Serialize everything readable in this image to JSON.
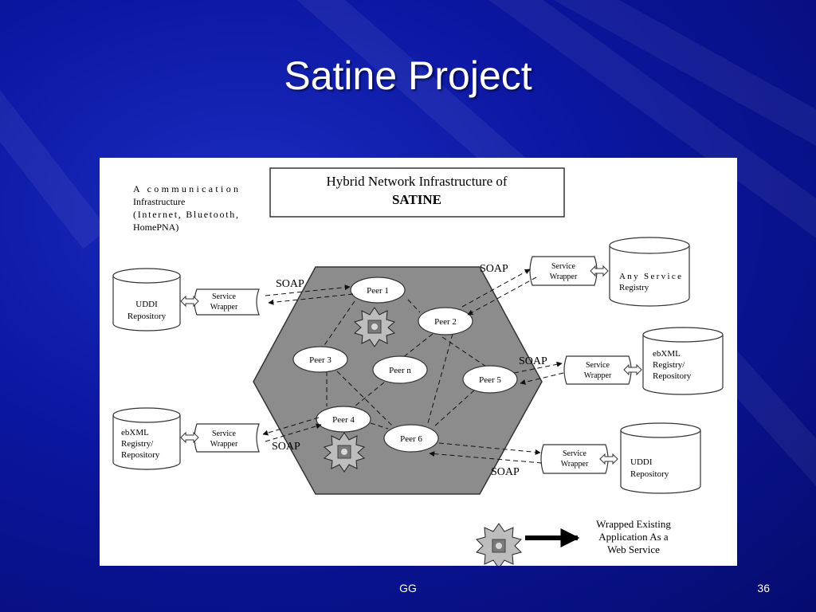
{
  "slide": {
    "title": "Satine Project",
    "footer_center": "GG",
    "page_number": "36"
  },
  "diagram": {
    "title_line1": "Hybrid Network Infrastructure of",
    "title_line2": "SATINE",
    "infra_note": [
      "A communication",
      "Infrastructure",
      "(Internet, Bluetooth,",
      "HomePNA)"
    ],
    "soap_label": "SOAP",
    "peers": [
      "Peer 1",
      "Peer 2",
      "Peer 3",
      "Peer n",
      "Peer 5",
      "Peer 4",
      "Peer 6"
    ],
    "wrapper_label": [
      "Service",
      "Wrapper"
    ],
    "repositories": {
      "uddi_left": [
        "UDDI",
        "Repository"
      ],
      "ebxml_left": [
        "ebXML",
        "Registry/",
        "Repository"
      ],
      "any_registry": [
        "Any Service",
        "Registry"
      ],
      "ebxml_right": [
        "ebXML",
        "Registry/",
        "Repository"
      ],
      "uddi_right": [
        "UDDI",
        "Repository"
      ]
    },
    "legend": [
      "Wrapped Existing",
      "Application As a",
      "Web Service"
    ],
    "colors": {
      "hexagon_fill": "#8c8c8c",
      "background_blue": "#0b16a0",
      "panel": "#ffffff"
    }
  }
}
